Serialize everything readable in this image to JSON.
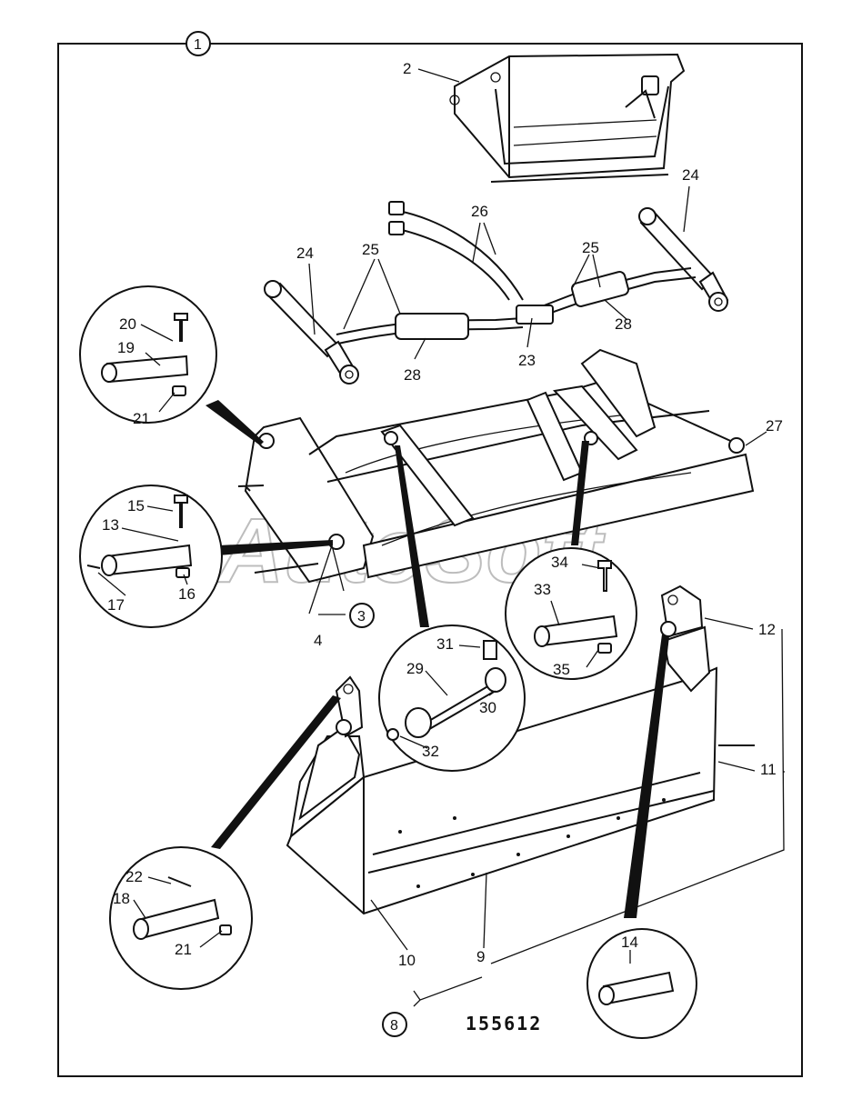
{
  "watermark": "AutoSoft",
  "drawing_number": "155612",
  "labels": {
    "l1": "1",
    "l2": "2",
    "l3": "3",
    "l4": "4",
    "l8": "8",
    "l9": "9",
    "l10": "10",
    "l11": "11",
    "l12": "12",
    "l13": "13",
    "l14": "14",
    "l15": "15",
    "l16": "16",
    "l17": "17",
    "l18": "18",
    "l19": "19",
    "l20": "20",
    "l21a": "21",
    "l21b": "21",
    "l22": "22",
    "l23": "23",
    "l24a": "24",
    "l24b": "24",
    "l25a": "25",
    "l25b": "25",
    "l26": "26",
    "l27": "27",
    "l28a": "28",
    "l28b": "28",
    "l29": "29",
    "l30": "30",
    "l31": "31",
    "l32": "32",
    "l33": "33",
    "l34": "34",
    "l35": "35"
  }
}
